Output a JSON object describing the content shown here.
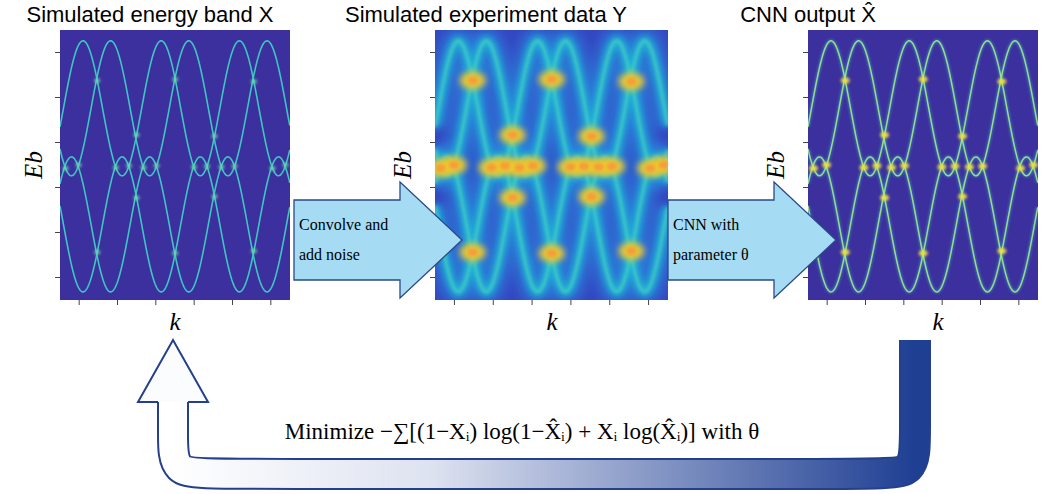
{
  "diagram": {
    "nodes": [
      {
        "text": [
          "Simulated energy band X",
          "Eb",
          "k"
        ]
      },
      {
        "text": [
          "Convolve and add noise"
        ]
      },
      {
        "text": [
          "Simulated experiment data Y",
          "Eb",
          "k"
        ]
      },
      {
        "text": [
          "CNN with parameter θ"
        ]
      },
      {
        "text": [
          "CNN output X̂",
          "Eb",
          "k"
        ]
      }
    ],
    "edges": [
      {
        "from": 4,
        "to": 0,
        "arrow": "to",
        "label": "Minimize −∑[(1−Xᵢ) log(1−X̂ᵢ) + Xᵢ log(X̂ᵢ)] with θ"
      }
    ]
  }
}
